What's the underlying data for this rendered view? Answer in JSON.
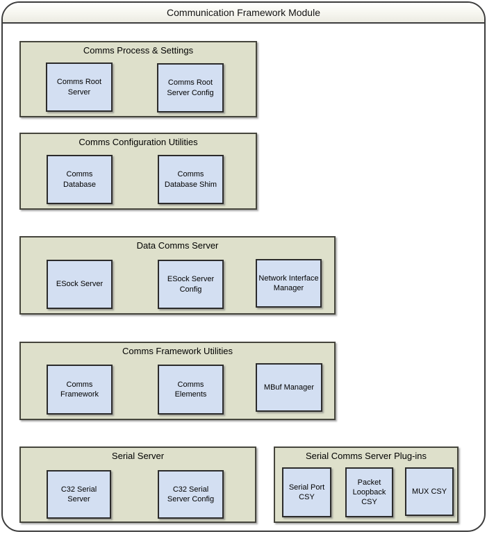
{
  "window": {
    "title": "Communication Framework Module"
  },
  "colors": {
    "group_background": "#dee0cb",
    "component_background": "#d3dff2",
    "frame_border": "#3c3c3c",
    "header_gradient_top": "#ffffff",
    "header_gradient_bottom": "#ecebe2"
  },
  "groups": [
    {
      "title": "Comms Process & Settings",
      "boxes": [
        {
          "label": "Comms Root\nServer"
        },
        {
          "label": "Comms Root\nServer Config"
        }
      ]
    },
    {
      "title": "Comms Configuration Utilities",
      "boxes": [
        {
          "label": "Comms\nDatabase"
        },
        {
          "label": "Comms\nDatabase Shim"
        }
      ]
    },
    {
      "title": "Data Comms Server",
      "boxes": [
        {
          "label": "ESock Server"
        },
        {
          "label": "ESock Server\nConfig"
        },
        {
          "label": "Network Interface\nManager"
        }
      ]
    },
    {
      "title": "Comms Framework Utilities",
      "boxes": [
        {
          "label": "Comms\nFramework"
        },
        {
          "label": "Comms\nElements"
        },
        {
          "label": "MBuf Manager"
        }
      ]
    },
    {
      "title": "Serial Server",
      "boxes": [
        {
          "label": "C32 Serial\nServer"
        },
        {
          "label": "C32 Serial\nServer Config"
        }
      ]
    },
    {
      "title": "Serial Comms Server Plug-ins",
      "boxes": [
        {
          "label": "Serial Port\nCSY"
        },
        {
          "label": "Packet\nLoopback\nCSY"
        },
        {
          "label": "MUX CSY"
        }
      ]
    }
  ]
}
